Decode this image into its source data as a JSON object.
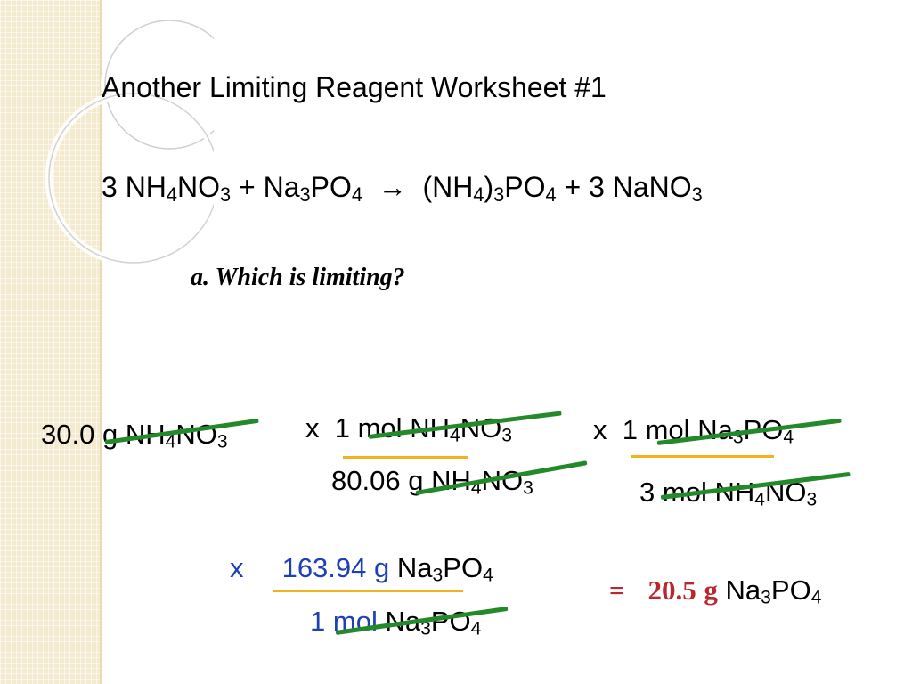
{
  "title": "Another Limiting Reagent Worksheet #1",
  "equation": {
    "r1_coef": "3",
    "r1_a": "NH",
    "r1_a_sub": "4",
    "r1_b": "NO",
    "r1_b_sub": "3",
    "plus1": "+",
    "r2_a": "Na",
    "r2_a_sub": "3",
    "r2_b": "PO",
    "r2_b_sub": "4",
    "arrow": "→",
    "p1_open": "(NH",
    "p1_sub1": "4",
    "p1_close": ")",
    "p1_sub2": "3",
    "p1_b": "PO",
    "p1_b_sub": "4",
    "plus2": "+",
    "p2_coef": "3",
    "p2_a": "NaNO",
    "p2_a_sub": "3"
  },
  "question": "a.  Which is limiting?",
  "calc": {
    "start": {
      "value": "30.0",
      "unit": "g",
      "f1": "NH",
      "s1": "4",
      "f2": "NO",
      "s2": "3"
    },
    "step1": {
      "times": "x",
      "num_value": "1",
      "num_unit": "mol",
      "num_f1": "NH",
      "num_s1": "4",
      "num_f2": "NO",
      "num_s2": "3",
      "den_value": "80.06",
      "den_unit": "g",
      "den_f1": "NH",
      "den_s1": "4",
      "den_f2": "NO",
      "den_s2": "3"
    },
    "step2": {
      "times": "x",
      "num_value": "1",
      "num_unit": "mol",
      "num_f1": "Na",
      "num_s1": "3",
      "num_f2": "PO",
      "num_s2": "4",
      "den_value": "3",
      "den_unit": "mol",
      "den_f1": "NH",
      "den_s1": "4",
      "den_f2": "NO",
      "den_s2": "3"
    },
    "step3": {
      "times": "x",
      "num_value": "163.94",
      "num_unit": "g",
      "num_f1": "Na",
      "num_s1": "3",
      "num_f2": "PO",
      "num_s2": "4",
      "den_value": "1",
      "den_unit": "mol",
      "den_f1": "Na",
      "den_s1": "3",
      "den_f2": "PO",
      "den_s2": "4"
    },
    "result": {
      "equals": "=",
      "value": "20.5",
      "unit": "g",
      "f1": "Na",
      "s1": "3",
      "f2": "PO",
      "s2": "4"
    }
  },
  "colors": {
    "strike": "#23892a",
    "fraction_bar": "#f2b21e",
    "blue_text": "#1f3fb4",
    "result_red": "#b8282e",
    "sidebar": "#f3ead0"
  }
}
